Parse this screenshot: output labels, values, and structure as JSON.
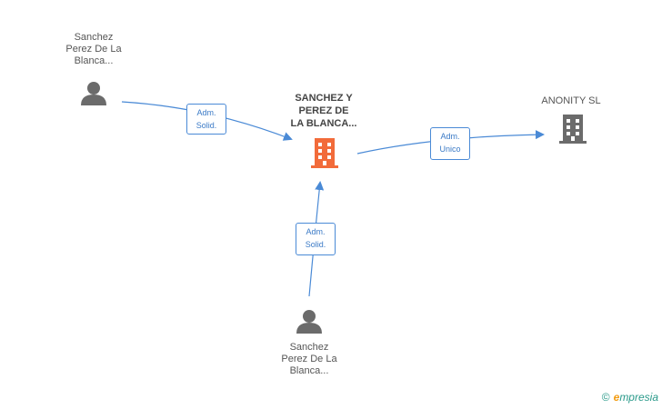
{
  "nodes": {
    "center": {
      "label_lines": [
        "SANCHEZ Y",
        "PEREZ DE",
        "LA BLANCA..."
      ],
      "icon": "building-icon",
      "color": "#f26b3a"
    },
    "person_top": {
      "label_lines": [
        "Sanchez",
        "Perez De La",
        "Blanca..."
      ],
      "icon": "person-icon",
      "color": "#6b6b6b"
    },
    "person_bottom": {
      "label_lines": [
        "Sanchez",
        "Perez De La",
        "Blanca..."
      ],
      "icon": "person-icon",
      "color": "#6b6b6b"
    },
    "company_right": {
      "label_lines": [
        "ANONITY SL"
      ],
      "icon": "building-icon",
      "color": "#6b6b6b"
    }
  },
  "relations": {
    "top_to_center": {
      "lines": [
        "Adm.",
        "Solid."
      ]
    },
    "bottom_to_center": {
      "lines": [
        "Adm.",
        "Solid."
      ]
    },
    "center_to_right": {
      "lines": [
        "Adm.",
        "Unico"
      ]
    }
  },
  "colors": {
    "edge": "#4a8ad6"
  },
  "footer": {
    "copyright": "©",
    "brand_initial": "e",
    "brand_rest": "mpresia"
  }
}
